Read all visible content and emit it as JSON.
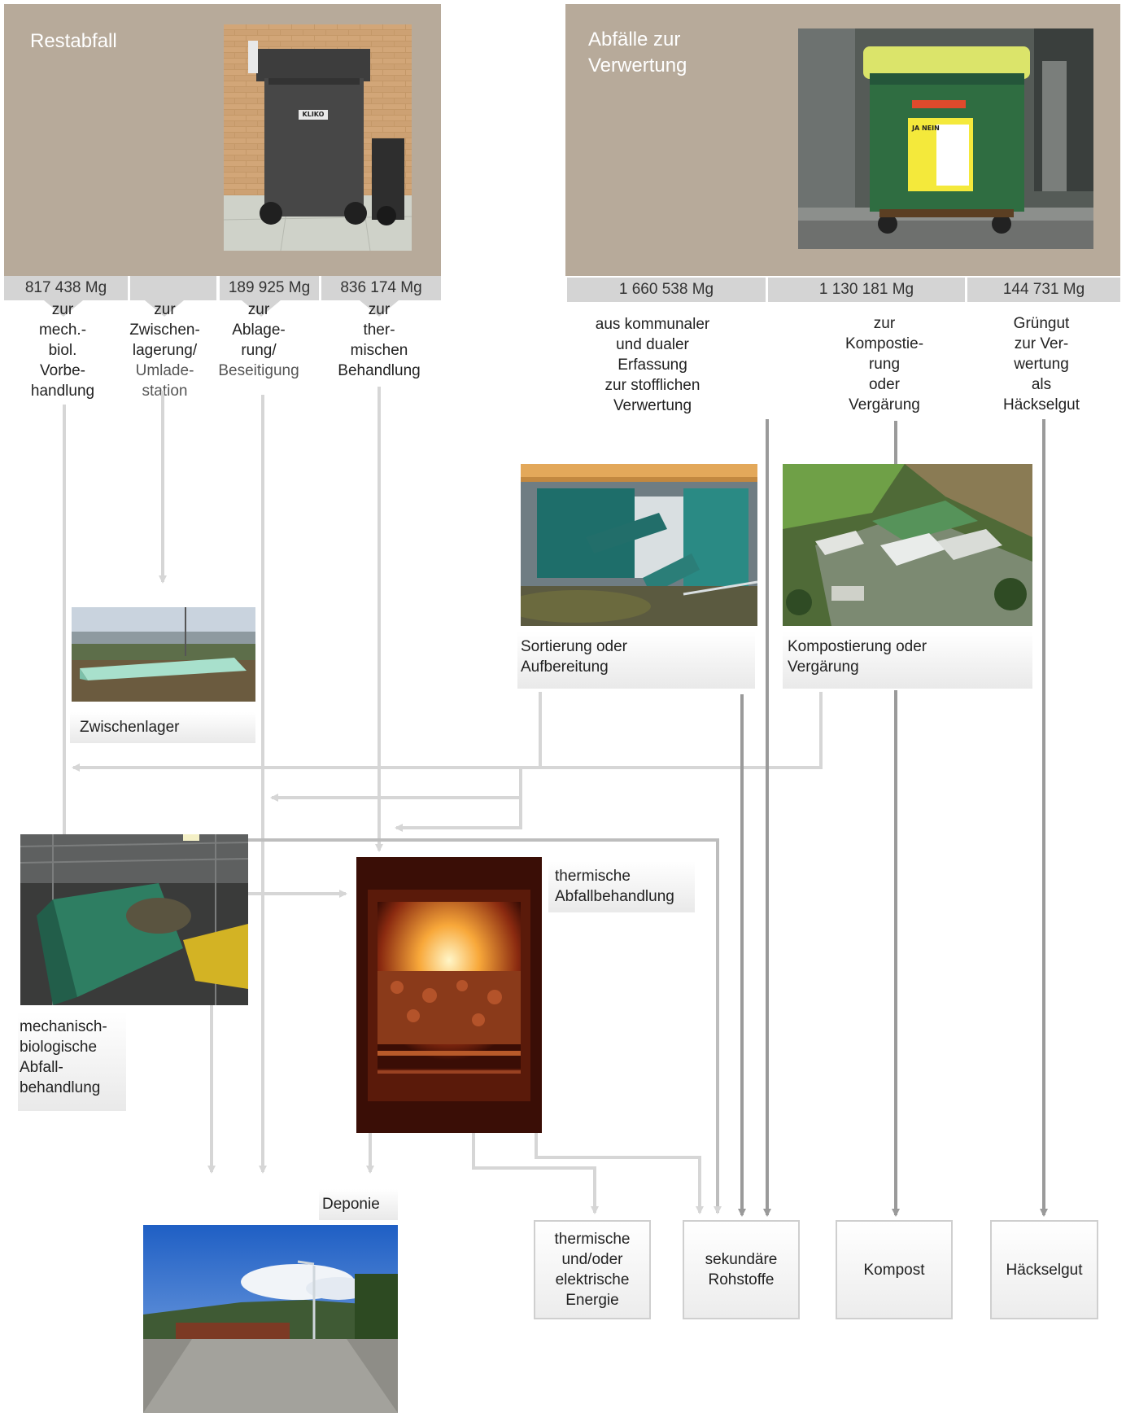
{
  "restabfall": {
    "title": "Restabfall",
    "quantities": [
      "817 438 Mg",
      "",
      "189 925 Mg",
      "836 174 Mg"
    ],
    "destinations": [
      [
        "zur",
        "mech.-",
        "biol.",
        "Vorbe-",
        "handlung"
      ],
      [
        "zur",
        "Zwischen-",
        "lagerung/",
        "Umlade-",
        "station"
      ],
      [
        "zur",
        "Ablage-",
        "rung/",
        "Beseitigung"
      ],
      [
        "zur",
        "ther-",
        "mischen",
        "Behandlung"
      ]
    ],
    "bin_brand": "KLIKO"
  },
  "verwertung": {
    "title_line1": "Abfälle zur",
    "title_line2": "Verwertung",
    "quantities": [
      "1 660 538 Mg",
      "1 130 181 Mg",
      "144 731 Mg"
    ],
    "destinations": [
      [
        "aus kommunaler",
        "und dualer",
        "Erfassung",
        "zur stofflichen",
        "Verwertung"
      ],
      [
        "zur",
        "Kompostie-",
        "rung",
        "oder",
        "Vergärung"
      ],
      [
        "Grüngut",
        "zur Ver-",
        "wertung",
        "als",
        "Häckselgut"
      ]
    ],
    "container_sign": "JA NEIN"
  },
  "facilities": {
    "zwischenlager": "Zwischenlager",
    "sortierung_line1": "Sortierung oder",
    "sortierung_line2": "Aufbereitung",
    "kompostierung_line1": "Kompostierung oder",
    "kompostierung_line2": "Vergärung",
    "thermisch_line1": "thermische",
    "thermisch_line2": "Abfallbehandlung",
    "mba_lines": [
      "mechanisch-",
      "biologische",
      "Abfall-",
      "behandlung"
    ],
    "deponie": "Deponie"
  },
  "outputs": {
    "energie": [
      "thermische",
      "und/oder",
      "elektrische",
      "Energie"
    ],
    "rohstoffe": [
      "sekundäre",
      "Rohstoffe"
    ],
    "kompost": "Kompost",
    "haeckselgut": "Häckselgut"
  },
  "colors": {
    "panel": "#b7aa9a",
    "bar": "#d4d4d4",
    "light_arrow": "#d6d6d6",
    "dark_arrow": "#9a9a9a"
  }
}
